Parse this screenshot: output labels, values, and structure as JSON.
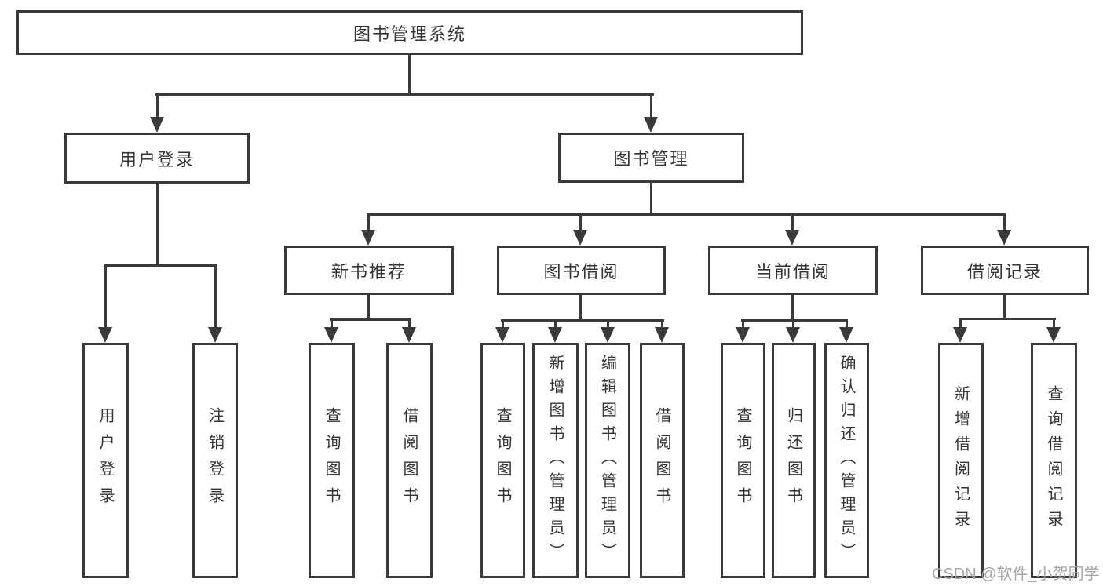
{
  "diagram": {
    "title": "图书管理系统",
    "nodes": [
      {
        "id": "root",
        "label": "图书管理系统",
        "level": 1,
        "orientation": "horizontal"
      },
      {
        "id": "user-login",
        "label": "用户登录",
        "level": 2,
        "orientation": "horizontal"
      },
      {
        "id": "book-management",
        "label": "图书管理",
        "level": 2,
        "orientation": "horizontal"
      },
      {
        "id": "new-book-recommend",
        "label": "新书推荐",
        "level": 3,
        "orientation": "horizontal"
      },
      {
        "id": "book-borrowing",
        "label": "图书借阅",
        "level": 3,
        "orientation": "horizontal"
      },
      {
        "id": "current-borrowing",
        "label": "当前借阅",
        "level": 3,
        "orientation": "horizontal"
      },
      {
        "id": "borrowing-records",
        "label": "借阅记录",
        "level": 3,
        "orientation": "horizontal"
      },
      {
        "id": "leaf-user-login",
        "label": "用户登录",
        "level": 4,
        "orientation": "vertical"
      },
      {
        "id": "leaf-logout",
        "label": "注销登录",
        "level": 4,
        "orientation": "vertical"
      },
      {
        "id": "leaf-query-book-rec",
        "label": "查询图书",
        "level": 4,
        "orientation": "vertical"
      },
      {
        "id": "leaf-borrow-book-rec",
        "label": "借阅图书",
        "level": 4,
        "orientation": "vertical"
      },
      {
        "id": "leaf-query-book-bor",
        "label": "查询图书",
        "level": 4,
        "orientation": "vertical"
      },
      {
        "id": "leaf-add-book",
        "label": "新增图书（管理员）",
        "level": 4,
        "orientation": "vertical"
      },
      {
        "id": "leaf-edit-book",
        "label": "编辑图书（管理员）",
        "level": 4,
        "orientation": "vertical"
      },
      {
        "id": "leaf-borrow-book-bor",
        "label": "借阅图书",
        "level": 4,
        "orientation": "vertical"
      },
      {
        "id": "leaf-query-book-cur",
        "label": "查询图书",
        "level": 4,
        "orientation": "vertical"
      },
      {
        "id": "leaf-return-book",
        "label": "归还图书",
        "level": 4,
        "orientation": "vertical"
      },
      {
        "id": "leaf-confirm-return",
        "label": "确认归还（管理员）",
        "level": 4,
        "orientation": "vertical"
      },
      {
        "id": "leaf-add-borrow-record",
        "label": "新增借阅记录",
        "level": 4,
        "orientation": "vertical"
      },
      {
        "id": "leaf-query-borrow-record",
        "label": "查询借阅记录",
        "level": 4,
        "orientation": "vertical"
      }
    ],
    "edges": [
      [
        "root",
        "user-login"
      ],
      [
        "root",
        "book-management"
      ],
      [
        "user-login",
        "leaf-user-login"
      ],
      [
        "user-login",
        "leaf-logout"
      ],
      [
        "book-management",
        "new-book-recommend"
      ],
      [
        "book-management",
        "book-borrowing"
      ],
      [
        "book-management",
        "current-borrowing"
      ],
      [
        "book-management",
        "borrowing-records"
      ],
      [
        "new-book-recommend",
        "leaf-query-book-rec"
      ],
      [
        "new-book-recommend",
        "leaf-borrow-book-rec"
      ],
      [
        "book-borrowing",
        "leaf-query-book-bor"
      ],
      [
        "book-borrowing",
        "leaf-add-book"
      ],
      [
        "book-borrowing",
        "leaf-edit-book"
      ],
      [
        "book-borrowing",
        "leaf-borrow-book-bor"
      ],
      [
        "current-borrowing",
        "leaf-query-book-cur"
      ],
      [
        "current-borrowing",
        "leaf-return-book"
      ],
      [
        "current-borrowing",
        "leaf-confirm-return"
      ],
      [
        "borrowing-records",
        "leaf-add-borrow-record"
      ],
      [
        "borrowing-records",
        "leaf-query-borrow-record"
      ]
    ]
  },
  "watermark": {
    "text": "CSDN @软件_小贺同学",
    "color": "#a6a6a6"
  },
  "colors": {
    "line": "#3a3a3a",
    "border": "#3a3a3a",
    "text": "#333333",
    "background": "#ffffff"
  }
}
